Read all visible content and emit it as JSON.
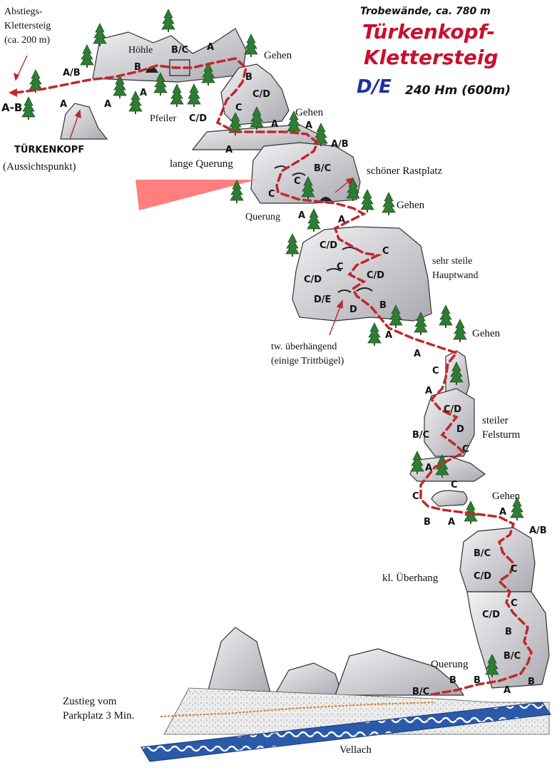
{
  "header": {
    "location": "Trobewände, ca. 780 m",
    "title_line1": "Türkenkopf-",
    "title_line2": "Klettersteig",
    "difficulty": "D/E",
    "stats": "240 Hm (600m)"
  },
  "labels": {
    "abstieg_1": "Abstiegs-",
    "abstieg_2": "Klettersteig",
    "abstieg_3": "(ca. 200 m)",
    "exit_grade": "A-B",
    "hoehle": "Höhle",
    "tuerkenkopf": "TÜRKENKOPF",
    "aussicht": "(Aussichtspunkt)",
    "pfeiler": "Pfeiler",
    "lange_querung": "lange Querung",
    "querung_top": "Querung",
    "gehen": "Gehen",
    "rastplatz": "schöner Rastplatz",
    "steile_hauptwand_1": "sehr steile",
    "steile_hauptwand_2": "Hauptwand",
    "ueberhaengend_1": "tw. überhängend",
    "ueberhaengend_2": "(einige Trittbügel)",
    "felsturm_1": "steiler",
    "felsturm_2": "Felsturm",
    "ueberhang": "kl. Überhang",
    "querung_bottom": "Querung",
    "zustieg_1": "Zustieg vom",
    "zustieg_2": "Parkplatz 3 Min.",
    "river": "Vellach"
  },
  "grades": {
    "g_ab_top": "A/B",
    "g_a_left": "A",
    "g_b_hoehle": "B",
    "g_a_mid": "A",
    "g_a_right": "A",
    "g_bc_box": "B/C",
    "g_a_top": "A",
    "g_b_1": "B",
    "g_cd_1": "C/D",
    "g_c_1": "C",
    "g_cd_pfeiler": "C/D",
    "g_a_2": "A",
    "g_a_3": "A",
    "g_ab_2": "A/B",
    "g_a_4": "A",
    "g_bc_2": "B/C",
    "g_c_2": "C",
    "g_c_3": "C",
    "g_a_querung": "A",
    "g_a_5": "A",
    "g_cd_3": "C/D",
    "g_c_4": "C",
    "g_c_5": "C",
    "g_cd_4": "C/D",
    "g_cd_5": "C/D",
    "g_de": "D/E",
    "g_d": "D",
    "g_b_2": "B",
    "g_a_6": "A",
    "g_a_7": "A",
    "g_c_6": "C",
    "g_a_8": "A",
    "g_cd_6": "C/D",
    "g_d_2": "D",
    "g_bc_3": "B/C",
    "g_c_7": "C",
    "g_a_9": "A",
    "g_c_8": "C",
    "g_c_9": "C",
    "g_b_3": "B",
    "g_a_10": "A",
    "g_a_11": "A",
    "g_ab_3": "A/B",
    "g_bc_4": "B/C",
    "g_c_10": "C",
    "g_cd_7": "C/D",
    "g_c_11": "C",
    "g_cd_8": "C/D",
    "g_b_4": "B",
    "g_bc_5": "B/C",
    "g_bc_start": "B/C",
    "g_b_5": "B",
    "g_b_6": "B",
    "g_a_12": "A",
    "g_b_7": "B"
  },
  "colors": {
    "route": "#c0282d",
    "title_red": "#c8102e",
    "title_blue": "#1f2fa8",
    "rock": "#d9d9de",
    "rock_stroke": "#333333",
    "tree": "#2e7d32",
    "river": "#2b5aa8",
    "zustieg": "#e07a1f",
    "wedge": "#ff7f7f"
  },
  "icons": [
    "tree-icon",
    "arrow-icon",
    "cave-icon"
  ]
}
